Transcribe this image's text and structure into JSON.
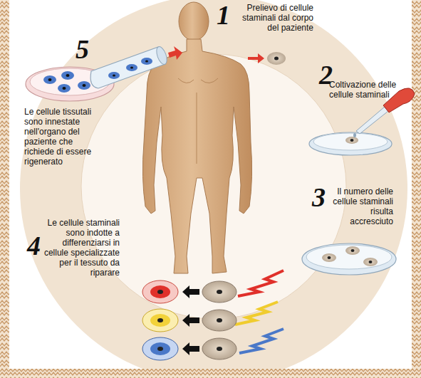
{
  "diagram": {
    "labels": [
      "1",
      "Prelievo di cellule staminali dal corpo del paziente",
      "2",
      "Coltivazione delle cellule staminali",
      "3",
      "Il numero delle cellule staminali risulta accresciuto",
      "4",
      "Le cellule staminali sono indotte a differenziarsi in cellule specializzate per il tessuto da riparare",
      "5",
      "Le cellule tissutali sono innestate nell'organo del paziente che richiede di essere rigenerato"
    ]
  }
}
